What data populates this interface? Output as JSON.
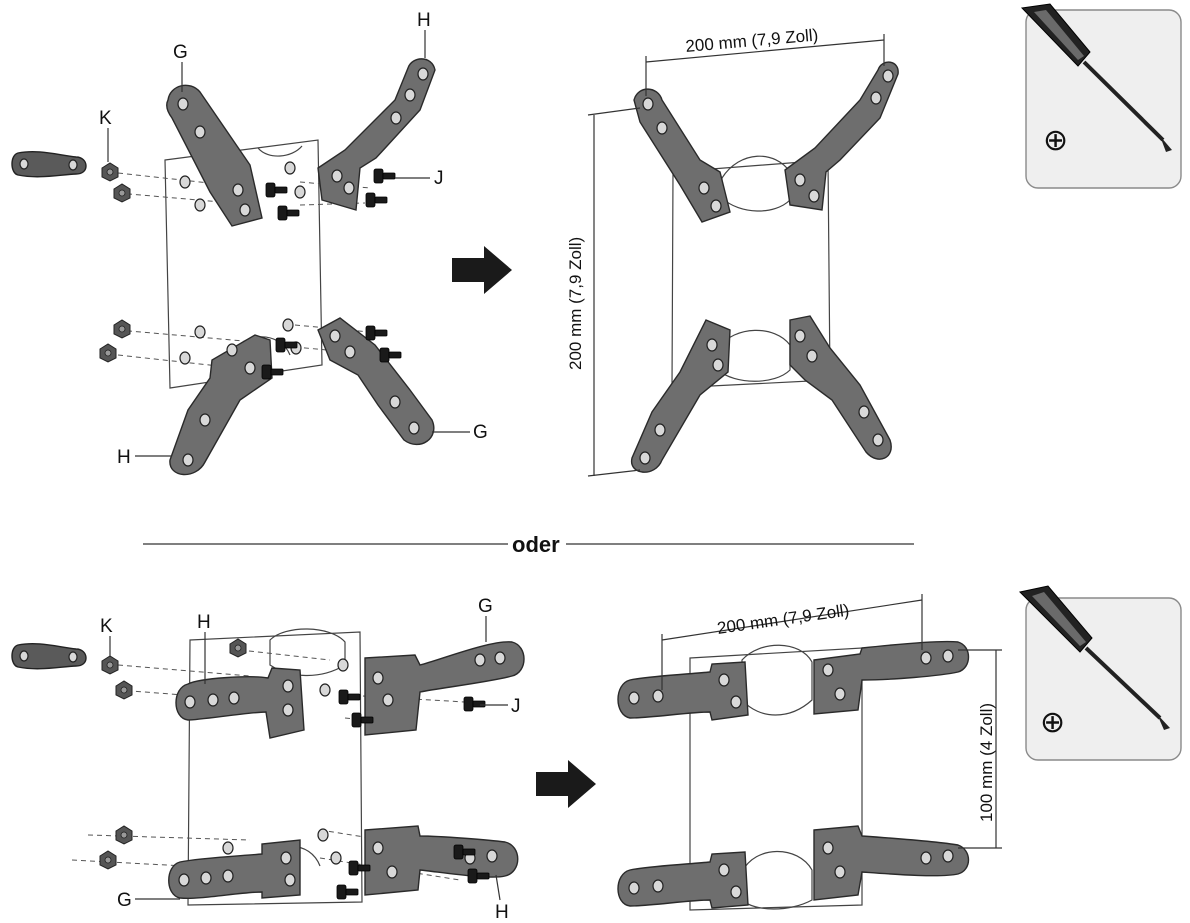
{
  "labels": {
    "g": "G",
    "h": "H",
    "j": "J",
    "k": "K"
  },
  "dimensions": {
    "top_width": "200 mm (7,9 Zoll)",
    "top_height": "200 mm (7,9 Zoll)",
    "bottom_width": "200 mm (7,9 Zoll)",
    "bottom_height": "100 mm (4 Zoll)"
  },
  "separator": "oder",
  "tool": {
    "icon": "phillips-screwdriver-icon",
    "symbol": "⊕"
  }
}
